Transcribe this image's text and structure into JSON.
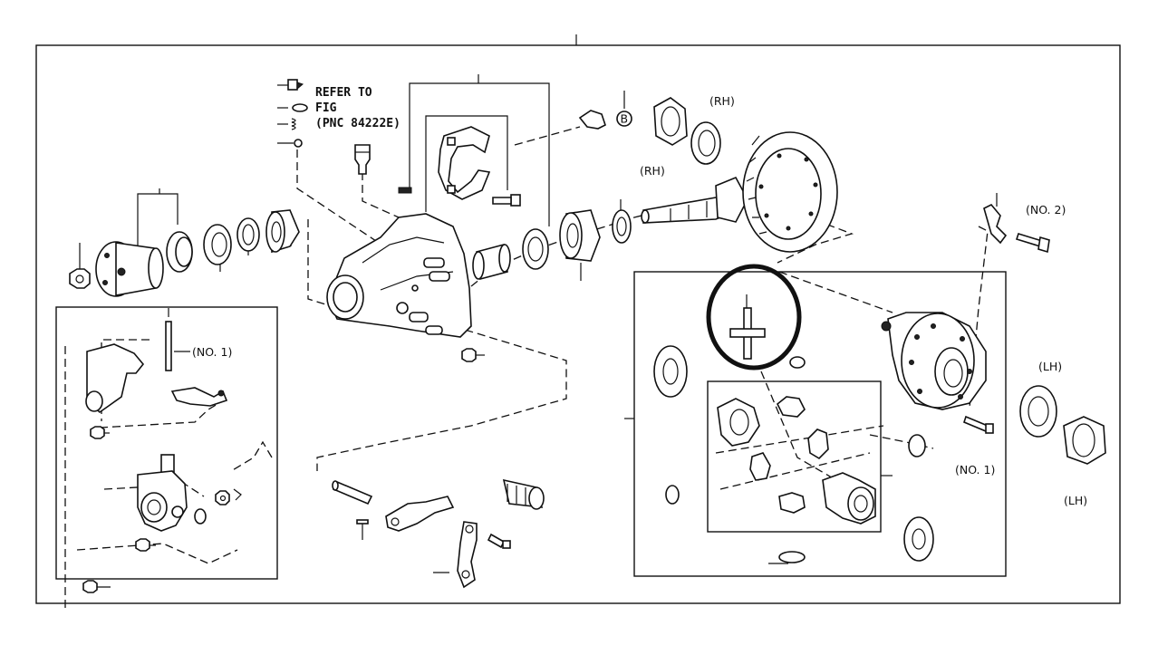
{
  "refer_note": {
    "line1": "REFER TO",
    "line2": "FIG",
    "line3": "(PNC 84222E)"
  },
  "callout_b": "B",
  "labels": {
    "rh_top": "(RH)",
    "rh_shaft": "(RH)",
    "no2": "(NO. 2)",
    "no1_left": "(NO. 1)",
    "lh_upper": "(LH)",
    "lh_lower": "(LH)",
    "no1_right": "(NO. 1)"
  },
  "highlight": {
    "color": "#111111",
    "shape": "circle-marker"
  }
}
